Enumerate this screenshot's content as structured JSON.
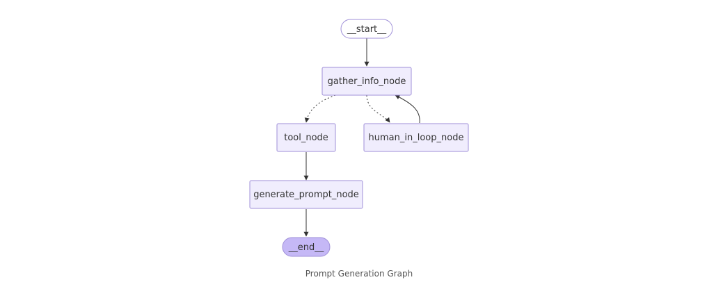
{
  "graph": {
    "caption": "Prompt Generation Graph",
    "nodes": {
      "start": "__start__",
      "gather_info": "gather_info_node",
      "tool": "tool_node",
      "human_in_loop": "human_in_loop_node",
      "generate_prompt": "generate_prompt_node",
      "end": "__end__"
    },
    "edges": [
      {
        "from": "__start__",
        "to": "gather_info_node",
        "style": "solid"
      },
      {
        "from": "gather_info_node",
        "to": "tool_node",
        "style": "dashed"
      },
      {
        "from": "gather_info_node",
        "to": "human_in_loop_node",
        "style": "dashed"
      },
      {
        "from": "human_in_loop_node",
        "to": "gather_info_node",
        "style": "solid"
      },
      {
        "from": "tool_node",
        "to": "generate_prompt_node",
        "style": "solid"
      },
      {
        "from": "generate_prompt_node",
        "to": "__end__",
        "style": "solid"
      }
    ],
    "colors": {
      "node_fill": "#f0edfd",
      "node_border": "#9f8fd8",
      "end_fill": "#c5b8f6",
      "edge": "#333333"
    }
  }
}
